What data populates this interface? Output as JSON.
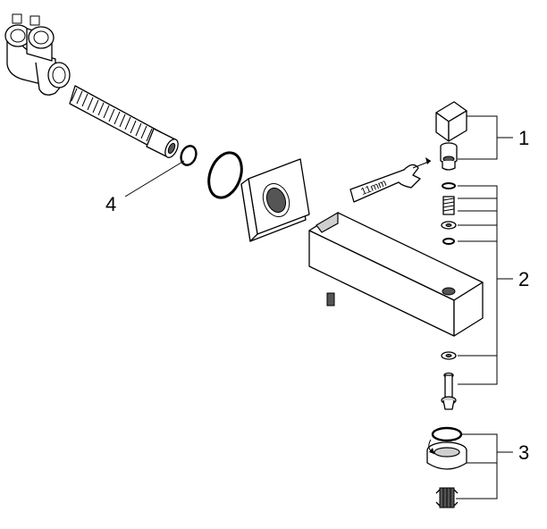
{
  "callouts": {
    "c1": "1",
    "c2": "2",
    "c3": "3",
    "c4": "4"
  },
  "tool_label": "11mm"
}
